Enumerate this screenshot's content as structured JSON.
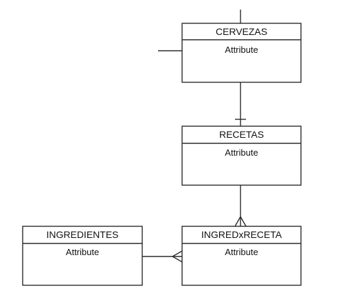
{
  "entities": [
    {
      "name": "CERVEZAS",
      "attribute": "Attribute"
    },
    {
      "name": "RECETAS",
      "attribute": "Attribute"
    },
    {
      "name": "INGREDIENTES",
      "attribute": "Attribute"
    },
    {
      "name": "INGREDxRECETA",
      "attribute": "Attribute"
    }
  ]
}
